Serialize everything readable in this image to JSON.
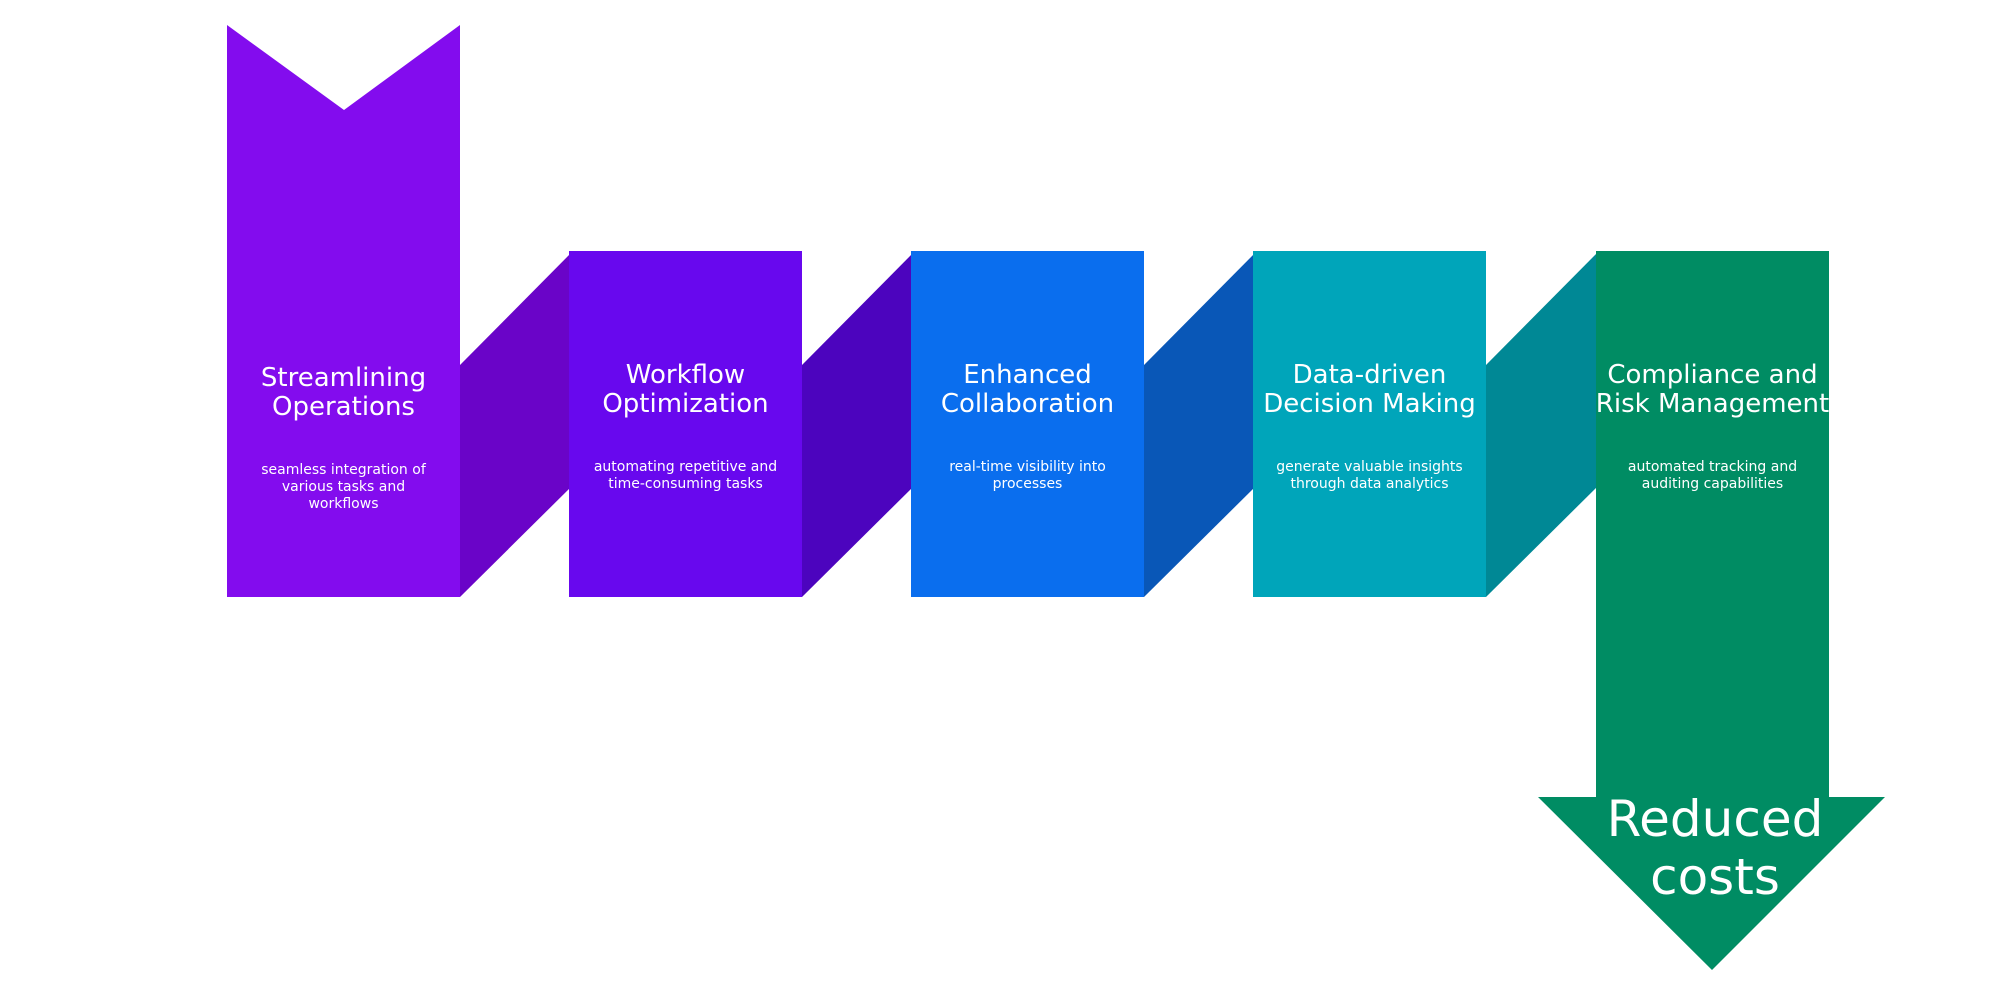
{
  "steps": [
    {
      "title": "Streamlining Operations",
      "title_lines": [
        "Streamlining",
        "Operations"
      ],
      "description_lines": [
        "seamless integration of",
        "various tasks and",
        "workflows"
      ],
      "color": "#830CEE"
    },
    {
      "title": "Workflow Optimization",
      "title_lines": [
        "Workflow",
        "Optimization"
      ],
      "description_lines": [
        "automating repetitive and",
        "time-consuming tasks"
      ],
      "color": "#6808EE"
    },
    {
      "title": "Enhanced Collaboration",
      "title_lines": [
        "Enhanced",
        "Collaboration"
      ],
      "description_lines": [
        "real-time visibility into",
        "processes"
      ],
      "color": "#0A6EEE"
    },
    {
      "title": "Data-driven Decision Making",
      "title_lines": [
        "Data-driven",
        "Decision Making"
      ],
      "description_lines": [
        "generate valuable insights",
        "through data analytics"
      ],
      "color": "#00A5BA"
    },
    {
      "title": "Compliance and Risk Management",
      "title_lines": [
        "Compliance and",
        "Risk Management"
      ],
      "description_lines": [
        "automated tracking and",
        "auditing capabilities"
      ],
      "color": "#008C63"
    }
  ],
  "connector_colors": [
    "#6A04C8",
    "#4C04BE",
    "#0957B7",
    "#008895"
  ],
  "final": {
    "lines": [
      "Reduced",
      "costs"
    ],
    "color": "#008C63"
  }
}
